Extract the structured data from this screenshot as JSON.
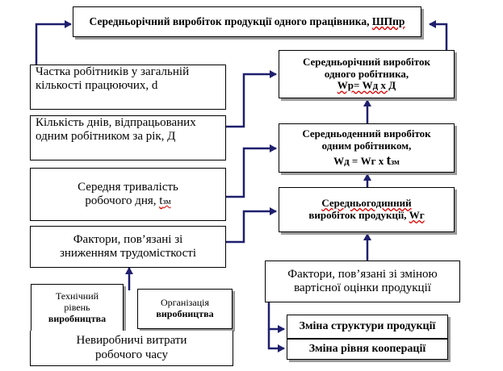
{
  "nodes": {
    "top": {
      "text": "Середньорічний виробіток продукції одного працівника, ",
      "var": "ШПпр"
    },
    "share": {
      "line1": "Частка робітників у загальній",
      "line2": "кількості працюючих, d"
    },
    "days": {
      "line1": "Кількість днів, відпрацьованих",
      "line2": "одним робітником за рік, Д"
    },
    "duration": {
      "line1": "Середня тривалість",
      "line2a": "робочого дня, ",
      "var": "t",
      "sub": "зм"
    },
    "labor": {
      "line1": "Фактори, пов’язані зі",
      "line2": "зниженням трудомісткості"
    },
    "tech": {
      "line1": "Технічний",
      "line2": "рівень",
      "line3": "виробництва"
    },
    "org": {
      "line1": "Організація",
      "line2": "виробництва"
    },
    "loss": {
      "line1": "Невиробничі витрати",
      "line2": "робочого часу"
    },
    "annual": {
      "line1": "Середньорічний виробіток",
      "line2": "одного робітника,",
      "formula": "Wр= Wд х Д"
    },
    "daily": {
      "line1": "Середньоденний виробіток",
      "line2": "одним робітником,",
      "formula_a": "Wд = Wг х ",
      "var": "t",
      "sub": "зм"
    },
    "hourly": {
      "line1": "Середньогодинний",
      "line2a": "виробіток продукції, ",
      "var": "Wг"
    },
    "value": {
      "line1": "Фактори, пов’язані зі зміною",
      "line2": "вартісної оцінки продукції"
    },
    "structure": {
      "text": "Зміна структури продукції"
    },
    "coop": {
      "text": "Зміна рівня кооперації"
    }
  },
  "colors": {
    "line": "#1f1f6e",
    "border": "#000000",
    "shadow": "#9a9a9a",
    "squiggle": "#dd0000"
  }
}
